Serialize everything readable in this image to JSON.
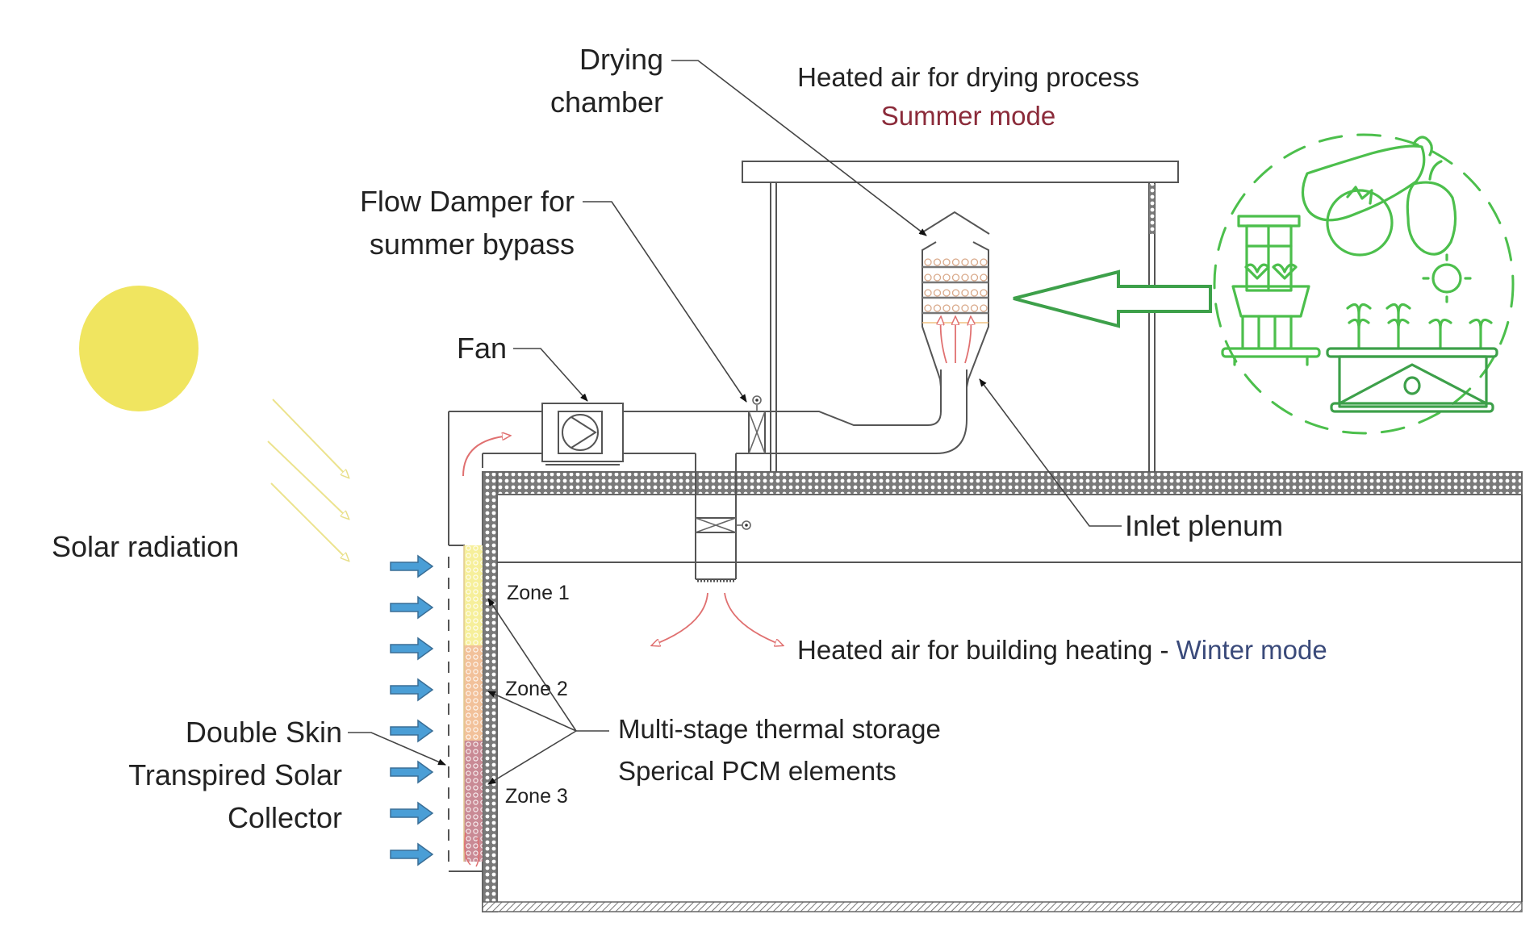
{
  "labels": {
    "drying_chamber": [
      "Drying",
      "chamber"
    ],
    "heated_air_drying": "Heated air for drying process",
    "summer_mode": "Summer mode",
    "flow_damper": [
      "Flow Damper for",
      "summer bypass"
    ],
    "fan": "Fan",
    "solar_radiation": "Solar radiation",
    "inlet_plenum": "Inlet plenum",
    "heated_air_building": "Heated air for building heating - ",
    "winter_mode": "Winter mode",
    "zone1": "Zone 1",
    "zone2": "Zone 2",
    "zone3": "Zone 3",
    "thermal_storage": [
      "Multi-stage thermal storage",
      "Sperical PCM elements"
    ],
    "collector": [
      "Double Skin",
      "Transpired Solar",
      "Collector"
    ]
  },
  "colors": {
    "sun": "#f0e560",
    "summer_mode": "#8b2b3a",
    "winter_mode": "#3a4a7a",
    "intake_arrow": "#4a9ed6",
    "intake_arrow_stroke": "#3a6e96",
    "zone1": "#f6ef9a",
    "zone2": "#f2c19a",
    "zone3": "#c98a95",
    "hot_air": "#e07070",
    "produce_green": "#4cbf4c",
    "big_arrow_green": "#3da04a"
  },
  "intake_arrows_count": 8,
  "icons": {
    "sun": "sun-icon",
    "fan": "fan-icon",
    "damper": "damper-icon",
    "produce": "produce-garden-icon"
  }
}
